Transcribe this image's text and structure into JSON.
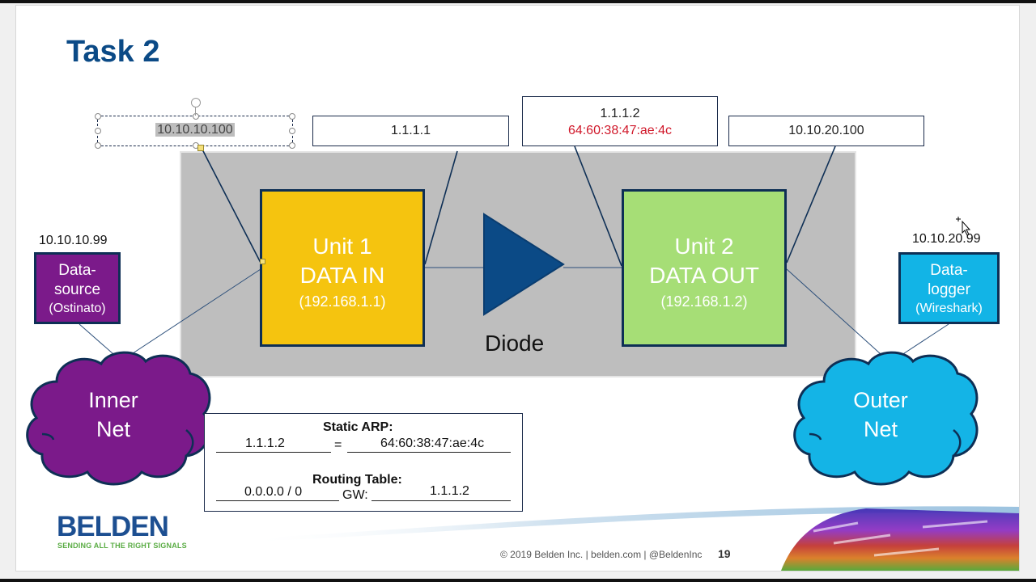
{
  "slide": {
    "title": "Task 2",
    "page_number": "19",
    "footer": "© 2019 Belden Inc.  |  belden.com  |  @BeldenInc"
  },
  "brand": {
    "logo_text": "BELDEN",
    "tagline": "SENDING ALL THE RIGHT SIGNALS",
    "primary_color": "#0b4a86",
    "tagline_color": "#5aac44"
  },
  "ip_boxes": [
    {
      "id": "unit1-inner-ip",
      "line1": "10.10.10.100",
      "selected": true
    },
    {
      "id": "unit1-outer-ip",
      "line1": "1.1.1.1"
    },
    {
      "id": "unit2-outer-ip",
      "line1": "1.1.1.2",
      "line2": "64:60:38:47:ae:4c"
    },
    {
      "id": "unit2-inner-ip",
      "line1": "10.10.20.100"
    }
  ],
  "units": [
    {
      "line1": "Unit 1",
      "line2": "DATA IN",
      "line3": "(192.168.1.1)",
      "color": "#f5c40f"
    },
    {
      "line1": "Unit 2",
      "line2": "DATA OUT",
      "line3": "(192.168.1.2)",
      "color": "#a6de76"
    }
  ],
  "diode": {
    "label": "Diode",
    "color": "#0b4a86"
  },
  "devices": [
    {
      "ip": "10.10.10.99",
      "line1": "Data-",
      "line2": "source",
      "line3": "(Ostinato)",
      "color": "#7b1a8a"
    },
    {
      "ip": "10.10.20.99",
      "line1": "Data-",
      "line2": "logger",
      "line3": "(Wireshark)",
      "color": "#12b4e6"
    }
  ],
  "clouds": [
    {
      "line1": "Inner",
      "line2": "Net",
      "color": "#7b1a8a"
    },
    {
      "line1": "Outer",
      "line2": "Net",
      "color": "#14b4e6"
    }
  ],
  "config_box": {
    "arp_heading": "Static ARP:",
    "arp_ip": "1.1.1.2",
    "arp_equals": "=",
    "arp_mac": "64:60:38:47:ae:4c",
    "routing_heading": "Routing Table:",
    "route_dest": "0.0.0.0 / 0",
    "route_gw_label": "GW:",
    "route_gw": "1.1.1.2"
  }
}
